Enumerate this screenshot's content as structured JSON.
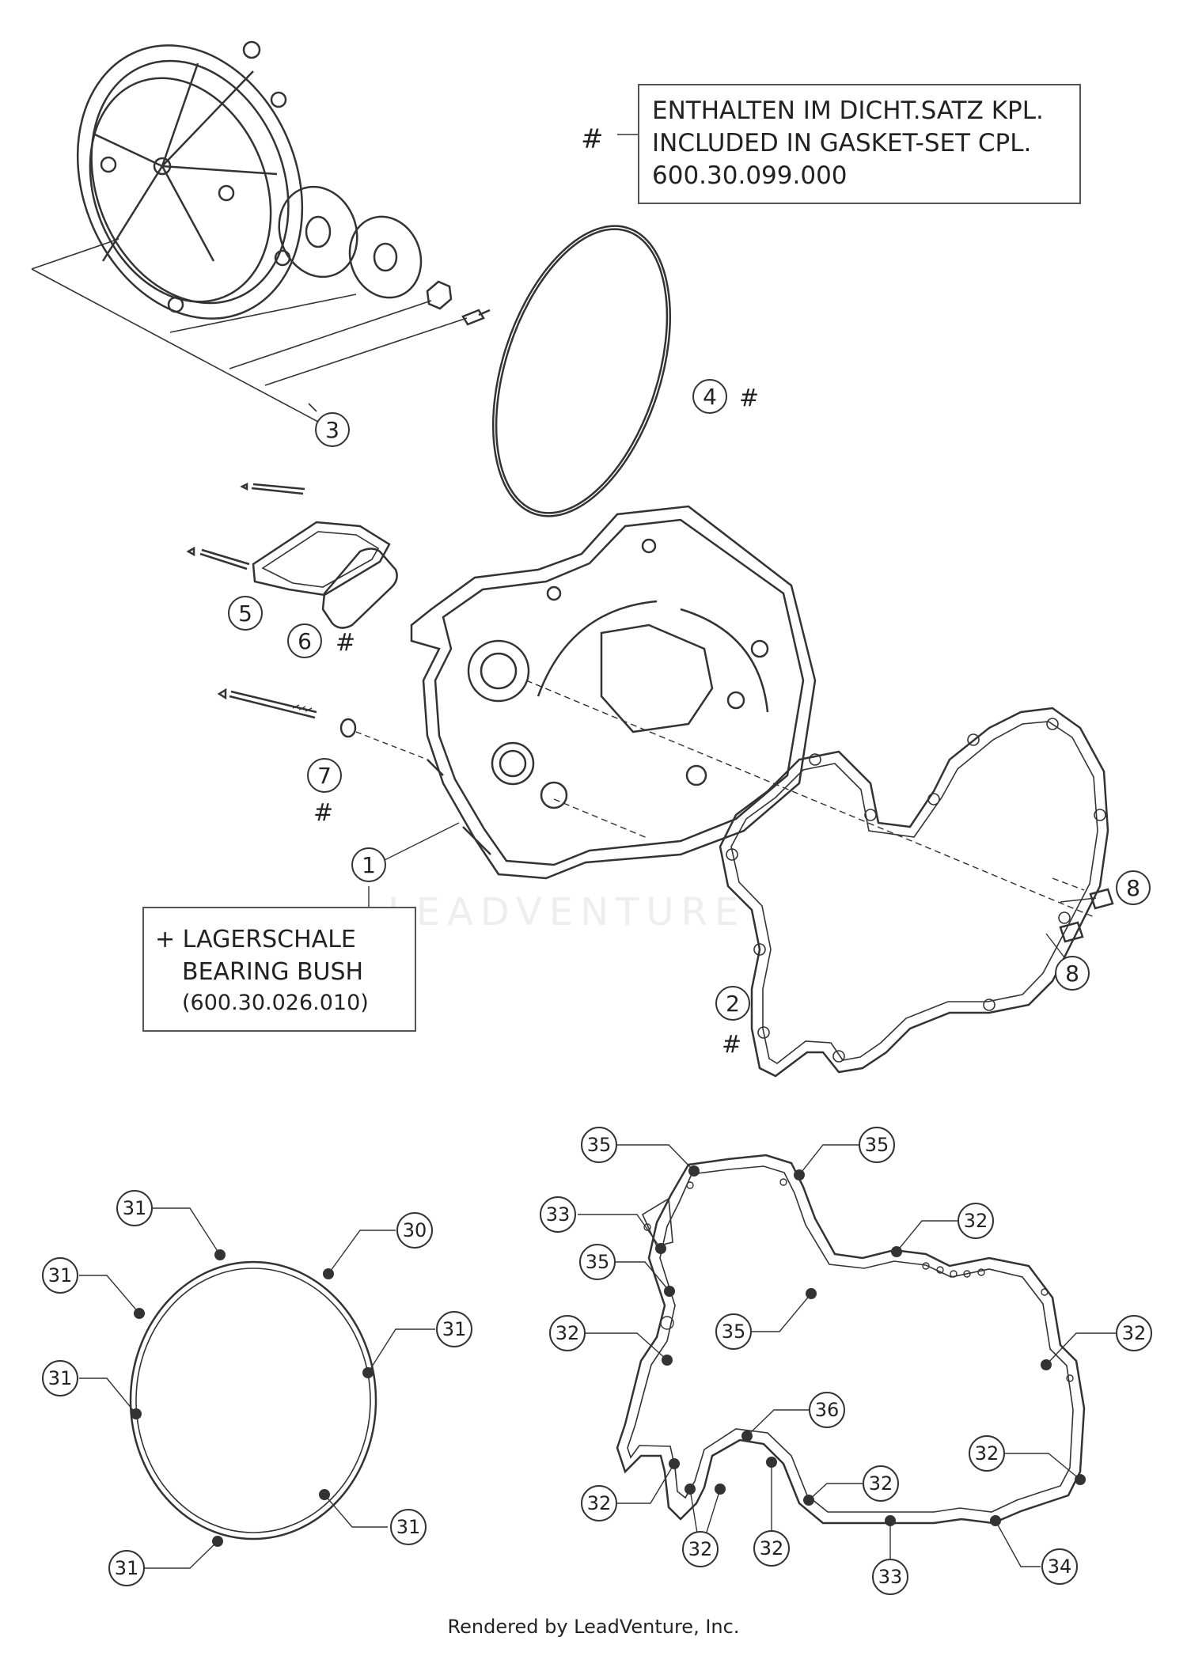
{
  "gasket_set_note": {
    "marker": "#",
    "lines": [
      "ENTHALTEN IM DICHT.SATZ KPL.",
      "INCLUDED IN GASKET-SET CPL.",
      "600.30.099.000"
    ]
  },
  "bearing_note": {
    "lines": [
      "+ LAGERSCHALE",
      "BEARING BUSH",
      "(600.30.026.010)"
    ]
  },
  "watermark": "LEADVENTURE",
  "footer": "Rendered by LeadVenture, Inc.",
  "callouts": {
    "c1": "1",
    "c2": "2",
    "c3": "3",
    "c4": "4",
    "c5": "5",
    "c6": "6",
    "c7": "7",
    "c8a": "8",
    "c8b": "8"
  },
  "hash_markers": {
    "h2": "#",
    "h4": "#",
    "h6": "#",
    "h7": "#"
  },
  "seal_callouts_left": {
    "a": "31",
    "b": "30",
    "c": "31",
    "d": "31",
    "e": "31",
    "f": "31",
    "g": "31"
  },
  "seal_callouts_right": {
    "a": "35",
    "b": "35",
    "c": "33",
    "d": "32",
    "e": "35",
    "f": "35",
    "g": "32",
    "h": "32",
    "i": "36",
    "j": "32",
    "k": "32",
    "l": "32",
    "m": "32",
    "n": "32",
    "o": "33",
    "p": "34"
  }
}
